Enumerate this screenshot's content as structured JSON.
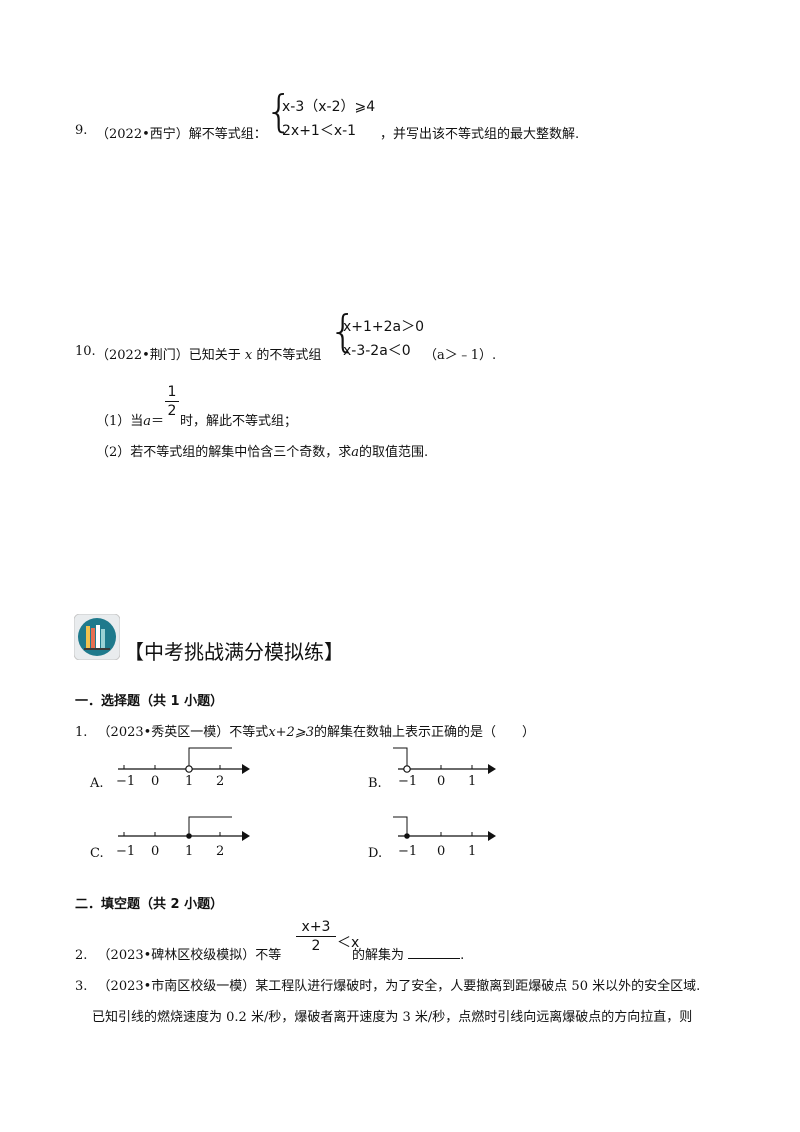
{
  "q9": {
    "number": "9.",
    "source": "（2022•西宁）解不等式组：",
    "line1": "x-3（x-2）⩾4",
    "line2": "2x+1＜x-1",
    "suffix": "，并写出该不等式组的最大整数解."
  },
  "q10": {
    "number": "10.",
    "prefix": "（2022•荆门）已知关于",
    "var_x": "x",
    "middle": "的不等式组",
    "line1": "x+1+2a＞0",
    "line2": "x-3-2a＜0",
    "condition": "（a＞﹣1）.",
    "sub1_prefix": "（1）当",
    "sub1_var": "a",
    "sub1_eq": "＝",
    "frac_num": "1",
    "frac_den": "2",
    "sub1_suffix": "时，解此不等式组；",
    "sub2_prefix": "（2）若不等式组的解集中恰含三个奇数，求",
    "sub2_var": "a",
    "sub2_suffix": "的取值范围."
  },
  "section": {
    "icon": "books-badge-icon",
    "title": "【中考挑战满分模拟练】"
  },
  "part1": {
    "heading": "一．选择题（共 1 小题）",
    "q1_number": "1.",
    "q1_text_a": "（2023•秀英区一模）不等式",
    "q1_expr": "x+2⩾3",
    "q1_text_b": "的解集在数轴上表示正确的是（　　）",
    "options": [
      {
        "label": "A.",
        "ticks": [
          "−1",
          "0",
          "1",
          "2"
        ]
      },
      {
        "label": "B.",
        "ticks": [
          "−1",
          "0",
          "1"
        ]
      },
      {
        "label": "C.",
        "ticks": [
          "−1",
          "0",
          "1",
          "2"
        ]
      },
      {
        "label": "D.",
        "ticks": [
          "−1",
          "0",
          "1"
        ]
      }
    ]
  },
  "part2": {
    "heading": "二．填空题（共 2 小题）",
    "q2_number": "2.",
    "q2_prefix": "（2023•碑林区校级模拟）不等",
    "q2_num": "x+3",
    "q2_den": "2",
    "q2_rel": "＜x",
    "q2_suffix": "的解集为",
    "q2_end": ".",
    "q3_number": "3.",
    "q3_line1": "（2023•市南区校级一模）某工程队进行爆破时，为了安全，人要撤离到距爆破点 50 米以外的安全区域.",
    "q3_line2": "已知引线的燃烧速度为 0.2 米/秒，爆破者离开速度为 3 米/秒，点燃时引线向远离爆破点的方向拉直，则"
  }
}
